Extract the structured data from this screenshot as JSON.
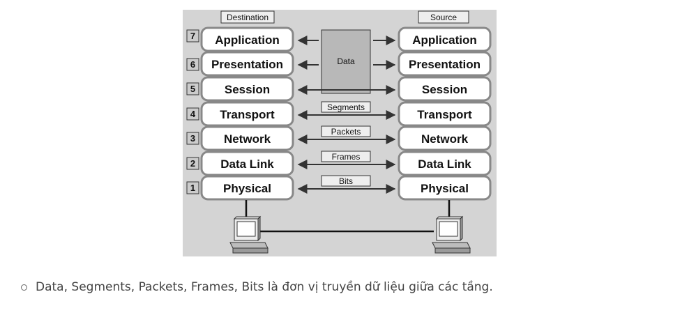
{
  "diagram": {
    "destination_label": "Destination",
    "source_label": "Source",
    "data_label": "Data",
    "layers": [
      {
        "number": "7",
        "name": "Application"
      },
      {
        "number": "6",
        "name": "Presentation"
      },
      {
        "number": "5",
        "name": "Session"
      },
      {
        "number": "4",
        "name": "Transport"
      },
      {
        "number": "3",
        "name": "Network"
      },
      {
        "number": "2",
        "name": "Data Link"
      },
      {
        "number": "1",
        "name": "Physical"
      }
    ],
    "pdu_labels": [
      "Segments",
      "Packets",
      "Frames",
      "Bits"
    ]
  },
  "caption": "Data, Segments, Packets, Frames, Bits là đơn vị truyền dữ liệu giữa các tầng."
}
